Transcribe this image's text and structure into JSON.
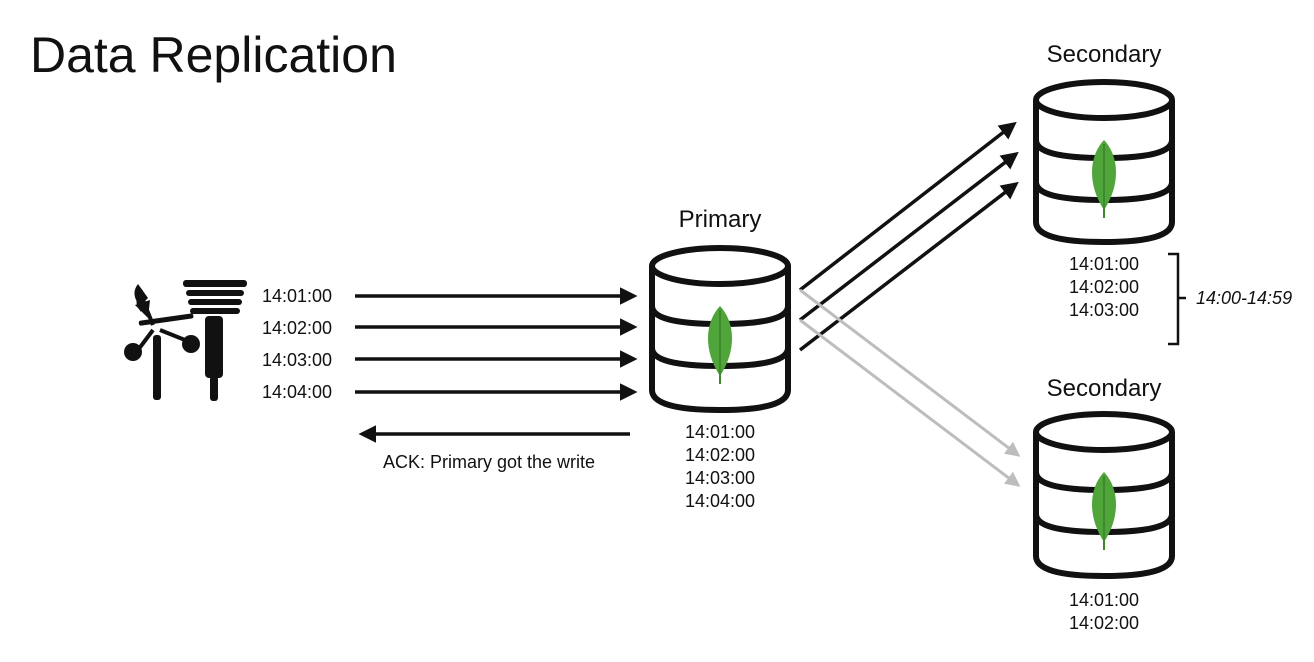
{
  "title": "Data Replication",
  "sensor": {
    "icon": "weather-station-icon",
    "writes": [
      "14:01:00",
      "14:02:00",
      "14:03:00",
      "14:04:00"
    ]
  },
  "ack_label": "ACK: Primary got the write",
  "primary": {
    "label": "Primary",
    "icon": "mongodb-leaf-icon",
    "entries": [
      "14:01:00",
      "14:02:00",
      "14:03:00",
      "14:04:00"
    ]
  },
  "secondary_top": {
    "label": "Secondary",
    "icon": "mongodb-leaf-icon",
    "entries": [
      "14:01:00",
      "14:02:00",
      "14:03:00"
    ],
    "range_label": "14:00-14:59"
  },
  "secondary_bottom": {
    "label": "Secondary",
    "icon": "mongodb-leaf-icon",
    "entries": [
      "14:01:00",
      "14:02:00"
    ]
  },
  "colors": {
    "ink": "#111111",
    "replicated_arrow": "#111111",
    "pending_arrow": "#bdbdbd",
    "leaf": "#4fa43a",
    "leaf_dark": "#3c8a2c"
  }
}
